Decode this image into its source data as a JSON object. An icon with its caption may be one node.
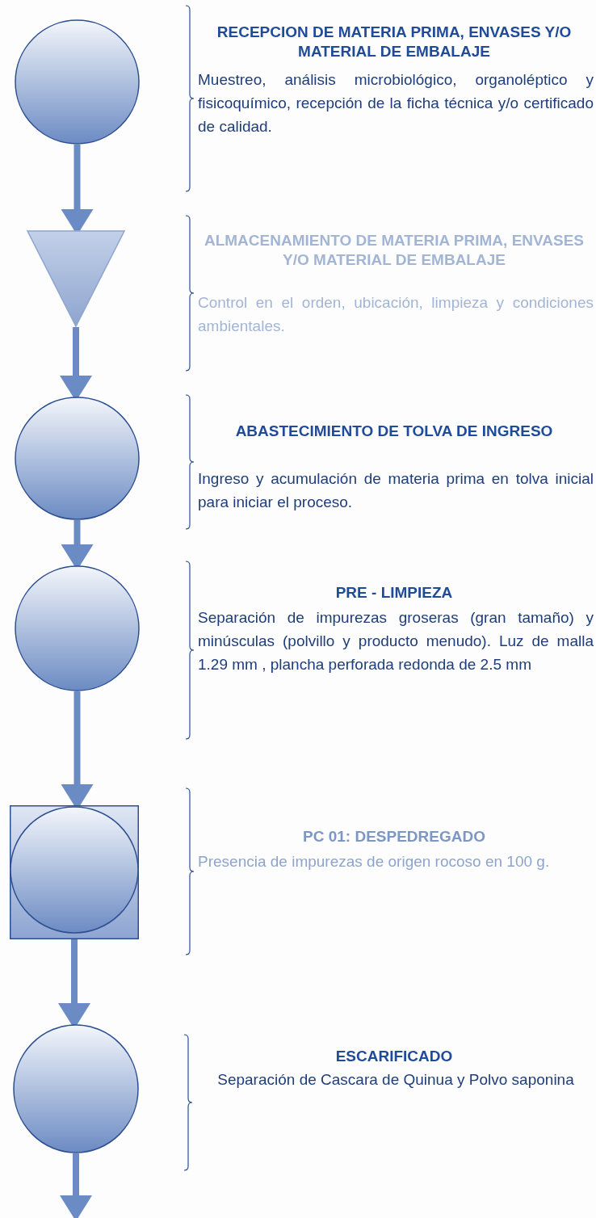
{
  "diagram": {
    "nodes": [
      {
        "text": [],
        "shape": "circle",
        "beside": [
          "RECEPCION DE MATERIA PRIMA, ENVASES Y/O MATERIAL DE EMBALAJE",
          "Muestreo, análisis microbiológico, organoléptico y fisicoquímico, recepción de la ficha técnica y/o certificado de calidad."
        ]
      },
      {
        "text": [],
        "shape": "triangle",
        "beside": [
          "ALMACENAMIENTO DE MATERIA PRIMA, ENVASES Y/O MATERIAL DE EMBALAJE",
          "Control en el orden, ubicación, limpieza y condiciones ambientales."
        ]
      },
      {
        "text": [],
        "shape": "circle",
        "beside": [
          "ABASTECIMIENTO DE TOLVA DE INGRESO",
          "Ingreso y acumulación de materia prima en tolva inicial para iniciar el proceso."
        ]
      },
      {
        "text": [],
        "shape": "circle",
        "beside": [
          "PRE - LIMPIEZA",
          "Separación de impurezas groseras (gran tamaño) y minúsculas (polvillo y producto menudo). Luz de malla 1.29 mm , plancha perforada redonda de 2.5 mm"
        ]
      },
      {
        "text": [],
        "shape": "box",
        "beside": [
          "PC 01: DESPEDREGADO",
          "Presencia de impurezas de origen rocoso en 100 g."
        ]
      },
      {
        "text": [],
        "shape": "circle",
        "in": 4
      },
      {
        "text": [],
        "shape": "circle",
        "beside": [
          "ESCARIFICADO",
          "Separación de Cascara de Quinua y Polvo saponina"
        ]
      }
    ],
    "edges": [
      {
        "from": 0,
        "to": 1,
        "arrow": "to"
      },
      {
        "from": 1,
        "to": 2,
        "arrow": "to"
      },
      {
        "from": 2,
        "to": 3,
        "arrow": "to"
      },
      {
        "from": 3,
        "to": 4,
        "arrow": "to"
      },
      {
        "from": 4,
        "to": 6,
        "arrow": "to"
      },
      {
        "from": 6,
        "to": null,
        "arrow": "to"
      }
    ]
  }
}
